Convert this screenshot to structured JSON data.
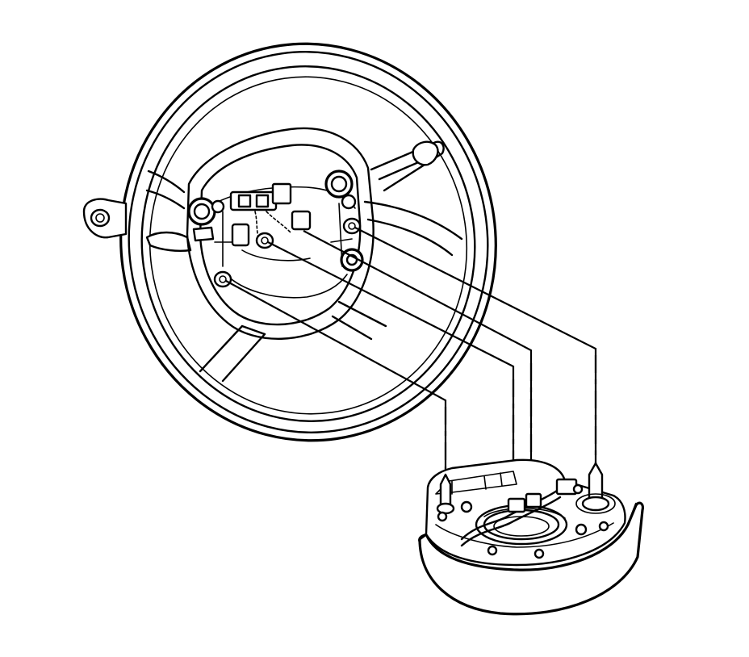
{
  "diagram": {
    "subject": "steering-wheel-airbag-module-installation",
    "ink_color": "#000000",
    "background_color": "#ffffff",
    "parts": [
      {
        "name": "steering-wheel"
      },
      {
        "name": "airbag-module"
      },
      {
        "name": "connector"
      },
      {
        "name": "bolt"
      }
    ],
    "alignment_guides": 4
  }
}
